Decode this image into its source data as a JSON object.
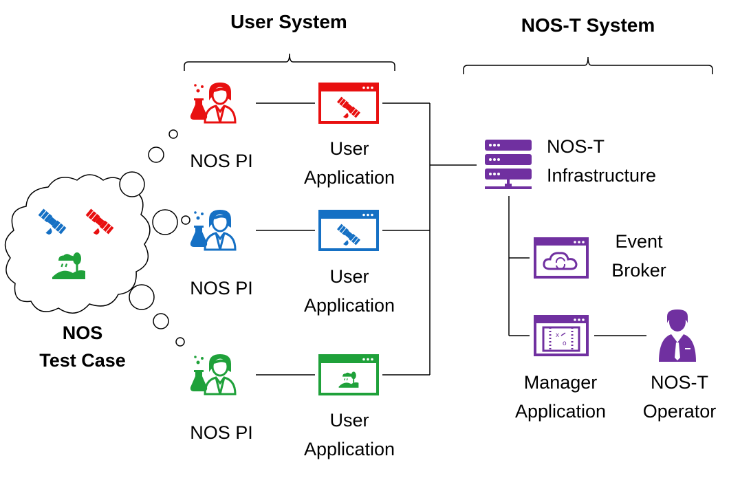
{
  "headers": {
    "user_system": "User System",
    "nost_system": "NOS-T System"
  },
  "test_case": {
    "line1": "NOS",
    "line2": "Test Case"
  },
  "pis": [
    {
      "label": "NOS PI",
      "color": "#e81010",
      "icon": "scientist-icon"
    },
    {
      "label": "NOS PI",
      "color": "#1570c4",
      "icon": "scientist-icon"
    },
    {
      "label": "NOS PI",
      "color": "#1fa13a",
      "icon": "scientist-icon"
    }
  ],
  "user_apps": [
    {
      "line1": "User",
      "line2": "Application",
      "color": "#e81010",
      "icon": "satellite-icon"
    },
    {
      "line1": "User",
      "line2": "Application",
      "color": "#1570c4",
      "icon": "satellite-icon"
    },
    {
      "line1": "User",
      "line2": "Application",
      "color": "#1fa13a",
      "icon": "landscape-icon"
    }
  ],
  "infrastructure": {
    "line1": "NOS-T",
    "line2": "Infrastructure",
    "color": "#7030a0",
    "icon": "server-icon"
  },
  "event_broker": {
    "line1": "Event",
    "line2": "Broker",
    "color": "#7030a0",
    "icon": "cloud-sync-icon"
  },
  "manager_app": {
    "line1": "Manager",
    "line2": "Application",
    "color": "#7030a0",
    "icon": "strategy-board-icon"
  },
  "operator": {
    "line1": "NOS-T",
    "line2": "Operator",
    "color": "#7030a0",
    "icon": "operator-icon"
  },
  "colors": {
    "red": "#e81010",
    "blue": "#1570c4",
    "green": "#1fa13a",
    "purple": "#7030a0"
  }
}
